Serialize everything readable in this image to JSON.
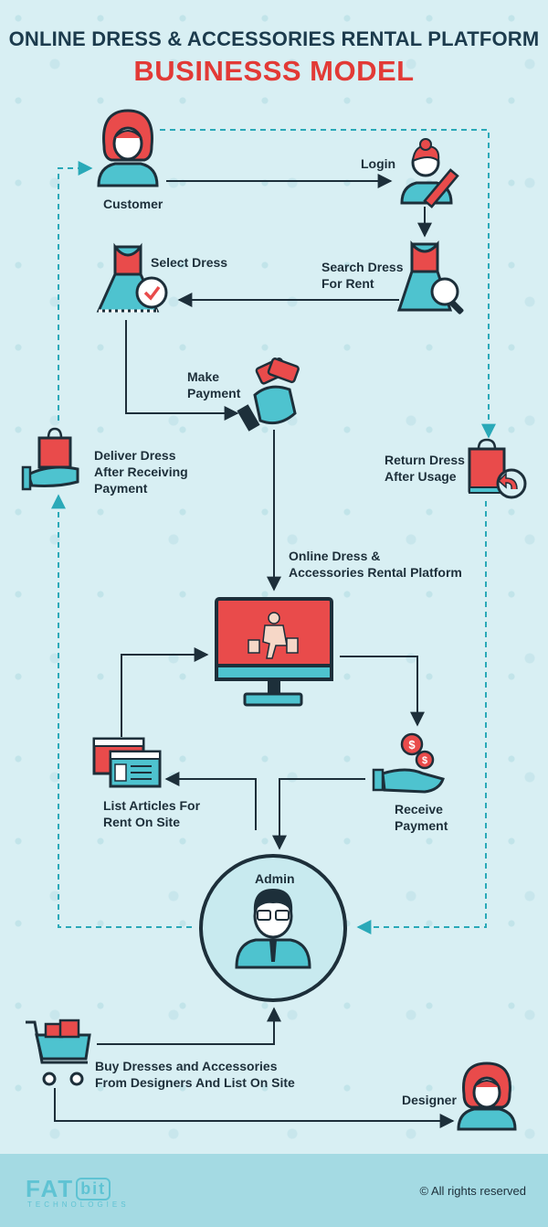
{
  "title": {
    "line1": "ONLINE DRESS & ACCESSORIES RENTAL PLATFORM",
    "line2": "BUSINESSS MODEL"
  },
  "nodes": {
    "customer": "Customer",
    "login": "Login",
    "select_dress": "Select Dress",
    "search_dress": "Search Dress\nFor Rent",
    "make_payment": "Make\nPayment",
    "deliver_dress": "Deliver Dress\nAfter Receiving\nPayment",
    "return_dress": "Return Dress\nAfter Usage",
    "platform": "Online Dress &\nAccessories Rental Platform",
    "list_articles": "List Articles For\nRent On Site",
    "receive_payment": "Receive\nPayment",
    "admin": "Admin",
    "buy_dresses": "Buy Dresses and Accessories\nFrom Designers And List On Site",
    "designer": "Designer"
  },
  "footer": {
    "logo_main": "FAT",
    "logo_bit": "bit",
    "logo_sub": "TECHNOLOGIES",
    "rights": "© All rights reserved"
  },
  "colors": {
    "accent_red": "#e94b4b",
    "accent_teal": "#4ec3cf",
    "dark_navy": "#1c3b4d",
    "background": "#d8eff3"
  },
  "icons": [
    "customer-avatar-icon",
    "login-user-icon",
    "dress-check-icon",
    "dress-search-icon",
    "money-hand-icon",
    "delivery-bag-hand-icon",
    "return-bag-icon",
    "monitor-shopper-icon",
    "browser-windows-icon",
    "coin-hand-icon",
    "admin-avatar-icon",
    "shopping-cart-icon",
    "designer-avatar-icon"
  ]
}
